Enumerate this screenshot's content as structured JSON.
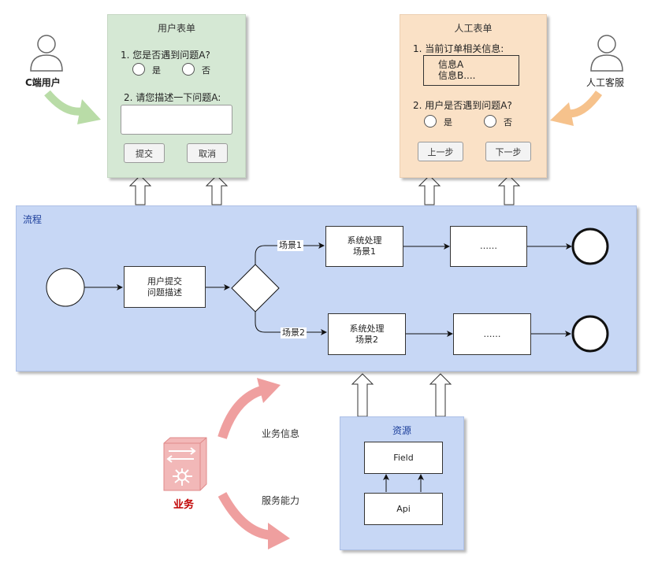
{
  "user_form": {
    "title": "用户表单",
    "q1": "1. 您是否遇到问题A?",
    "yes": "是",
    "no": "否",
    "q2": "2. 请您描述一下问题A:",
    "submit": "提交",
    "cancel": "取消"
  },
  "agent_form": {
    "title": "人工表单",
    "q1": "1. 当前订单相关信息:",
    "info_a": "信息A",
    "info_b": "信息B....",
    "q2": "2. 用户是否遇到问题A?",
    "yes": "是",
    "no": "否",
    "prev": "上一步",
    "next": "下一步"
  },
  "actors": {
    "customer": "C端用户",
    "agent": "人工客服"
  },
  "flow": {
    "title": "流程",
    "submit_node_1": "用户提交",
    "submit_node_2": "问题描述",
    "scene1_label": "场景1",
    "scene2_label": "场景2",
    "process1_l1": "系统处理",
    "process1_l2": "场景1",
    "process2_l1": "系统处理",
    "process2_l2": "场景2",
    "ellipsis1": "……",
    "ellipsis2": "……"
  },
  "resources": {
    "title": "资源",
    "field": "Field",
    "api": "Api"
  },
  "business": {
    "label": "业务",
    "info": "业务信息",
    "capability": "服务能力"
  },
  "colors": {
    "user_form_bg": "#d5e8d4",
    "agent_form_bg": "#fae1c6",
    "flow_bg": "#c7d7f5",
    "green_arrow": "#b9dca7",
    "orange_arrow": "#f6c28c",
    "red_arrow": "#ef9f9f",
    "business_red": "#c00000"
  }
}
